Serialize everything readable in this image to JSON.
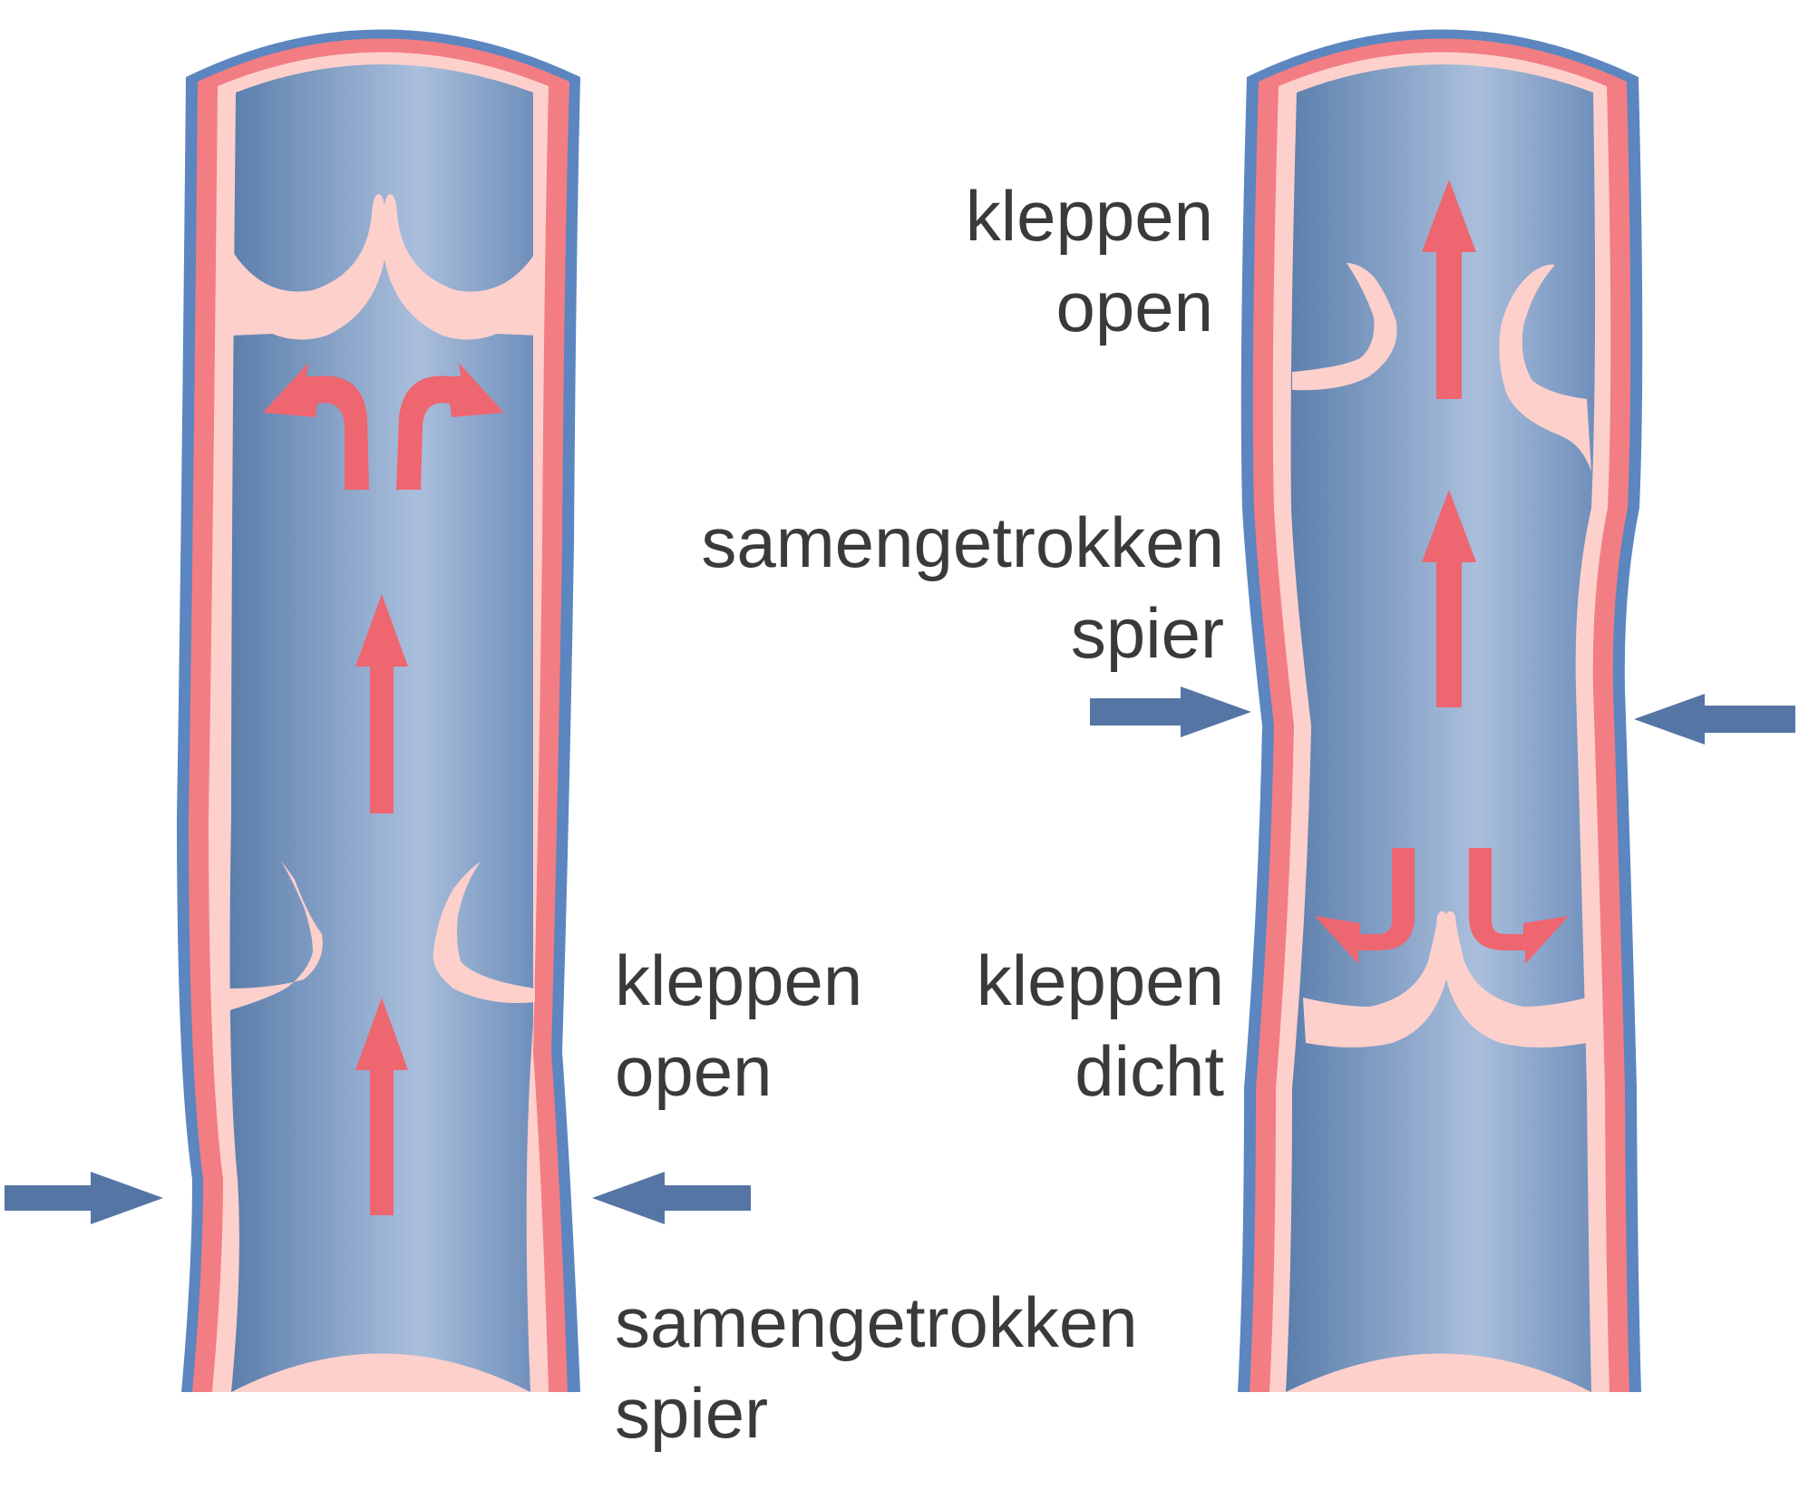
{
  "colors": {
    "wall_outer": "#5b86c0",
    "wall_middle": "#f27d83",
    "wall_inner": "#fdd0cc",
    "lumen_dark": "#5b7eac",
    "lumen_light": "#aabfdc",
    "flow_arrow": "#ee6670",
    "pressure_arrow": "#5575a5",
    "text": "#3a3a3a"
  },
  "left_vein": {
    "label_valves": [
      "kleppen",
      "open"
    ],
    "label_muscle": [
      "samengetrokken",
      "spier"
    ]
  },
  "right_vein": {
    "label_valves_top": [
      "kleppen",
      "open"
    ],
    "label_muscle": [
      "samengetrokken",
      "spier"
    ],
    "label_valves_bottom": [
      "kleppen",
      "dicht"
    ]
  },
  "icons": [
    "flow-arrow-icon",
    "compression-arrow-icon",
    "valve-flap-icon"
  ]
}
